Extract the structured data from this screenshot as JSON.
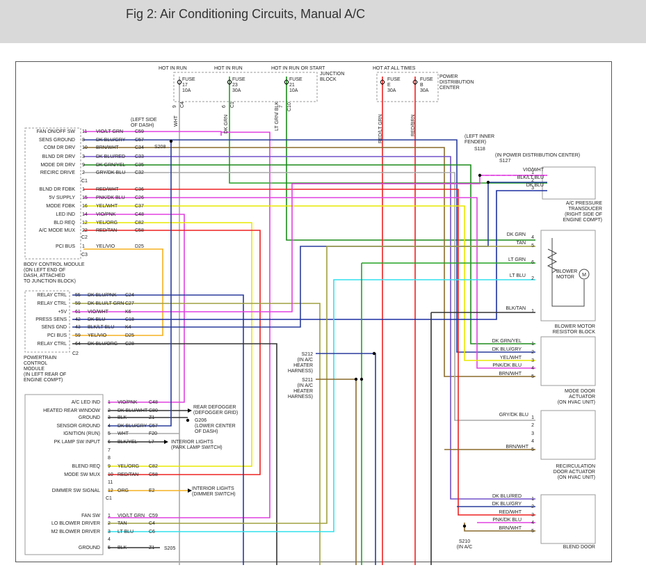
{
  "header": {
    "title": "Fig 2: Air Conditioning Circuits, Manual A/C"
  },
  "colors": {
    "pink": "#e040e0",
    "blue": "#283c9c",
    "brown": "#8a6a2c",
    "green": "#22a022",
    "orange": "#f5b020",
    "red": "#ee2020",
    "yellow": "#e8e800",
    "cyan": "#30e0ee",
    "gray": "#a8a8a8",
    "violet": "#7050c8",
    "black": "#333333",
    "olive": "#a0a040",
    "dkgreen": "#1c8a1c",
    "darkblue": "#1a2ea0"
  },
  "labels": {
    "hot_run_1": "HOT IN RUN",
    "hot_run_2": "HOT IN RUN",
    "hot_run_start": "HOT IN RUN OR START",
    "hot_all": "HOT AT ALL TIMES",
    "junction_block": "JUNCTION\nBLOCK",
    "pdc": "POWER\nDISTRIBUTION\nCENTER",
    "fuse17": "FUSE\n17\n10A",
    "fuse23": "FUSE\n23\n30A",
    "fuse21": "FUSE\n21\n10A",
    "fuseE": "FUSE\nE\n30A",
    "fuseB": "FUSE\nB\n30A",
    "fuse_pins": [
      "C4",
      "9",
      "C1",
      "6",
      "C10",
      "7"
    ],
    "riser_wires": [
      "WHT",
      "DK GRN",
      "LT GRN/\nBLK",
      "RED/LT GRN",
      "RED/BRN"
    ],
    "left_side_dash": "(LEFT SIDE\nOF DASH)",
    "s208": "S208",
    "left_inner_fender": "(LEFT INNER\nFENDER)",
    "s118": "S118",
    "in_pdc": "(IN POWER DISTRIBUTION CENTER)",
    "s127": "S127",
    "bcm_name": "BODY CONTROL MODULE\n(ON LEFT END OF\nDASH, ATTACHED\nTO JUNCTION BLOCK)",
    "pcm_name": "POWERTRAIN\nCONTROL\nMODULE\n(IN LEFT REAR OF\nENGINE COMPT)",
    "transducer": "A/C PRESSURE\nTRANSDUCER\n(RIGHT SIDE OF\nENGINE COMPT)",
    "blower_resistor": "BLOWER MOTOR\nRESISTOR BLOCK",
    "blower_motor": "BLOWER\nMOTOR",
    "motor_symbol": "M",
    "mode_door": "MODE DOOR\nACTUATOR\n(ON HVAC UNIT)",
    "recirc_door": "RECIRCULATION\nDOOR ACTUATOR\n(ON HVAC UNIT)",
    "blend_door": "BLEND DOOR",
    "s212": "S212\n(IN A/C\nHEATER\nHARNESS)",
    "s211": "S211\n(IN A/C\nHEATER\nHARNESS)",
    "s210": "S210\n(IN A/C",
    "rear_defogger": "REAR DEFOGGER\n(DEFOGGER GRID)",
    "g206": "G206\n(LOWER CENTER\nOF DASH)",
    "interior_park": "INTERIOR LIGHTS\n(PARK LAMP SWITCH)",
    "interior_dimmer": "INTERIOR LIGHTS\n(DIMMER SWITCH)",
    "s205": "S205",
    "conn_c1": "C1",
    "conn_c2": "C2",
    "conn_c3": "C3"
  },
  "bcm_rows": [
    {
      "label": "FAN ON/OFF SW",
      "pin": "11",
      "wire": "VIO/LT GRN",
      "circuit": "C59"
    },
    {
      "label": "SENS GROUND",
      "pin": "8",
      "wire": "DK BLU/GRY",
      "circuit": "C57"
    },
    {
      "label": "COM DR DRV",
      "pin": "10",
      "wire": "BRN/WHT",
      "circuit": "C34"
    },
    {
      "label": "BLND DR DRV",
      "pin": "3",
      "wire": "DK BLU/RED",
      "circuit": "C33"
    },
    {
      "label": "MODE DR DRV",
      "pin": "9",
      "wire": "DK GRN/YEL",
      "circuit": "C35"
    },
    {
      "label": "RECIRC DRIVE",
      "pin": "2",
      "wire": "GRY/DK BLU",
      "circuit": "C32"
    },
    {
      "label": "BLND DR FDBK",
      "pin": "1",
      "wire": "RED/WHT",
      "circuit": "C36"
    },
    {
      "label": "5V SUPPLY",
      "pin": "15",
      "wire": "PNK/DK BLU",
      "circuit": "C26"
    },
    {
      "label": "MODE FDBK",
      "pin": "16",
      "wire": "YEL/WHT",
      "circuit": "C37"
    },
    {
      "label": "LED IND",
      "pin": "14",
      "wire": "VIO/PNK",
      "circuit": "C48"
    },
    {
      "label": "BLD REQ",
      "pin": "12",
      "wire": "YEL/ORG",
      "circuit": "C82"
    },
    {
      "label": "A/C MODE MUX",
      "pin": "22",
      "wire": "RED/TAN",
      "circuit": "C58"
    },
    {
      "label": "PCI BUS",
      "pin": "1",
      "wire": "YEL/VIO",
      "circuit": "D25"
    }
  ],
  "pcm_rows": [
    {
      "label": "RELAY CTRL",
      "pin": "55",
      "wire": "DK BLU/PNK",
      "circuit": "C24"
    },
    {
      "label": "RELAY CTRL",
      "pin": "59",
      "wire": "DK BLU/LT GRN",
      "circuit": "C27"
    },
    {
      "label": "+5V",
      "pin": "61",
      "wire": "VIO/WHT",
      "circuit": "K6"
    },
    {
      "label": "PRESS SENS",
      "pin": "42",
      "wire": "DK BLU",
      "circuit": "C18"
    },
    {
      "label": "SENS GND",
      "pin": "43",
      "wire": "BLK/LT BLU",
      "circuit": "K4"
    },
    {
      "label": "PCI BUS",
      "pin": "59",
      "wire": "YEL/VIO",
      "circuit": "D25"
    },
    {
      "label": "RELAY CTRL",
      "pin": "64",
      "wire": "DK BLU/ORG",
      "circuit": "C28"
    }
  ],
  "sw_rows": [
    {
      "label": "A/C LED IND",
      "pin": "1",
      "wire": "VIO/PNK",
      "circuit": "C48"
    },
    {
      "label": "HEATED REAR WINDOW",
      "pin": "2",
      "wire": "DK BLU/WHT",
      "circuit": "C80"
    },
    {
      "label": "GROUND",
      "pin": "3",
      "wire": "BLK",
      "circuit": "Z1"
    },
    {
      "label": "SENSOR GROUND",
      "pin": "4",
      "wire": "DK BLU/GRY",
      "circuit": "C57"
    },
    {
      "label": "IGNITION (RUN)",
      "pin": "5",
      "wire": "WHT",
      "circuit": "F20"
    },
    {
      "label": "PK LAMP SW INPUT",
      "pin": "6",
      "wire": "BLK/YEL",
      "circuit": "L7"
    },
    {
      "label": "",
      "pin": "7",
      "wire": "",
      "circuit": ""
    },
    {
      "label": "",
      "pin": "8",
      "wire": "",
      "circuit": ""
    },
    {
      "label": "BLEND REQ",
      "pin": "9",
      "wire": "YEL/ORG",
      "circuit": "C82"
    },
    {
      "label": "MODE SW MUX",
      "pin": "10",
      "wire": "RED/TAN",
      "circuit": "C58"
    },
    {
      "label": "",
      "pin": "11",
      "wire": "",
      "circuit": ""
    },
    {
      "label": "DIMMER SW SIGNAL",
      "pin": "12",
      "wire": "ORG",
      "circuit": "E2"
    },
    {
      "label": "FAN SW",
      "pin": "1",
      "wire": "VIO/LT GRN",
      "circuit": "C59"
    },
    {
      "label": "LO BLOWER DRIVER",
      "pin": "2",
      "wire": "TAN",
      "circuit": "C4"
    },
    {
      "label": "M2 BLOWER DRIVER",
      "pin": "3",
      "wire": "LT BLU",
      "circuit": "C6"
    },
    {
      "label": "",
      "pin": "4",
      "wire": "",
      "circuit": ""
    },
    {
      "label": "GROUND",
      "pin": "5",
      "wire": "BLK",
      "circuit": "Z1"
    }
  ],
  "transducer_pins": [
    {
      "wire": "VIO/WHT",
      "pin": "1"
    },
    {
      "wire": "BLK/LT BLU",
      "pin": "2"
    },
    {
      "wire": "DK BLU",
      "pin": "3"
    }
  ],
  "resistor_pins": [
    {
      "wire": "DK GRN",
      "pin": "4"
    },
    {
      "wire": "TAN",
      "pin": "5"
    },
    {
      "wire": "LT GRN",
      "pin": "6"
    },
    {
      "wire": "LT BLU",
      "pin": "2"
    },
    {
      "wire": "BLK/TAN",
      "pin": "1"
    }
  ],
  "mode_pins": [
    {
      "wire": "DK GRN/YEL",
      "pin": "1"
    },
    {
      "wire": "DK BLU/GRY",
      "pin": "2"
    },
    {
      "wire": "YEL/WHT",
      "pin": "3"
    },
    {
      "wire": "PNK/DK BLU",
      "pin": "4"
    },
    {
      "wire": "BRN/WHT",
      "pin": "5"
    }
  ],
  "recirc_pins": [
    {
      "wire": "GRY/DK BLU",
      "pin": "1"
    },
    {
      "wire": "",
      "pin": "2"
    },
    {
      "wire": "",
      "pin": "3"
    },
    {
      "wire": "",
      "pin": "4"
    },
    {
      "wire": "BRN/WHT",
      "pin": "5"
    }
  ],
  "blend_pins": [
    {
      "wire": "DK BLU/RED",
      "pin": "1"
    },
    {
      "wire": "DK BLU/GRY",
      "pin": "2"
    },
    {
      "wire": "RED/WHT",
      "pin": "3"
    },
    {
      "wire": "PNK/DK BLU",
      "pin": "4"
    },
    {
      "wire": "BRN/WHT",
      "pin": "5"
    }
  ]
}
